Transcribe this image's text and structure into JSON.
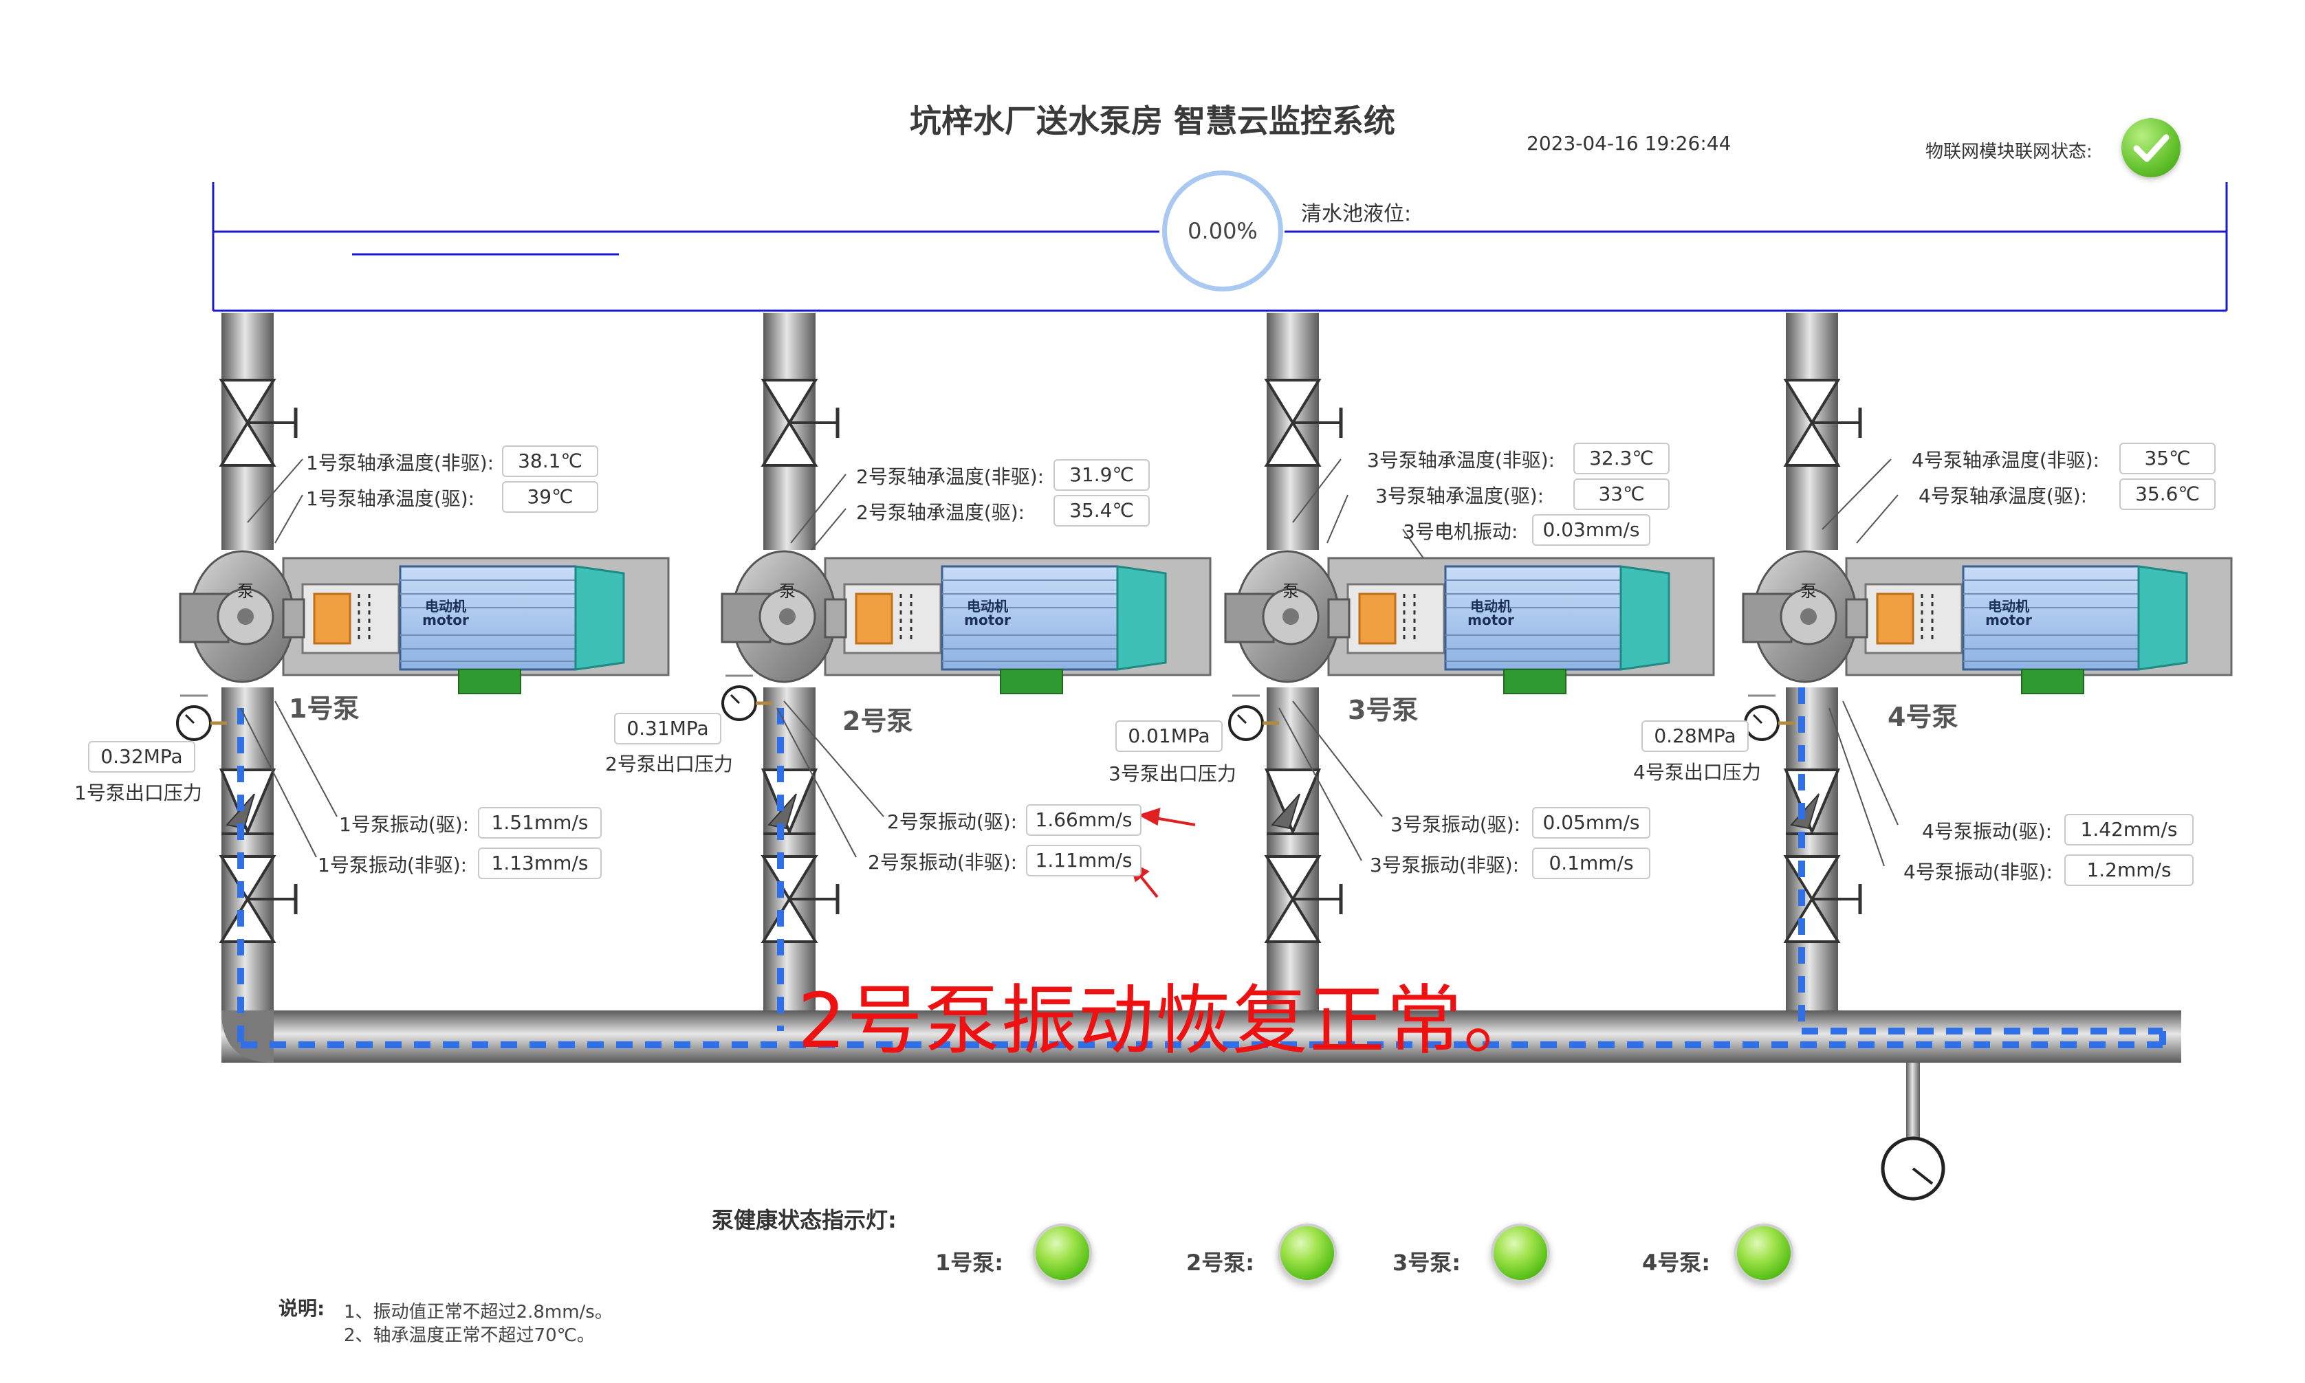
{
  "header": {
    "title": "坑梓水厂送水泵房 智慧云监控系统",
    "datetime": "2023-04-16 19:26:44",
    "iot_status_label": "物联网模块联网状态:",
    "iot_status_icon": "check-circle-icon"
  },
  "reservoir": {
    "level_value": "0.00%",
    "level_label": "清水池液位:"
  },
  "pumps": [
    {
      "name": "1号泵",
      "motor_text_1": "电动机",
      "motor_text_2": "motor",
      "casing_char": "泵",
      "temp_nd_label": "1号泵轴承温度(非驱):",
      "temp_nd_value": "38.1℃",
      "temp_d_label": "1号泵轴承温度(驱):",
      "temp_d_value": "39℃",
      "pressure_value": "0.32MPa",
      "pressure_label": "1号泵出口压力",
      "vib_d_label": "1号泵振动(驱):",
      "vib_d_value": "1.51mm/s",
      "vib_nd_label": "1号泵振动(非驱):",
      "vib_nd_value": "1.13mm/s"
    },
    {
      "name": "2号泵",
      "motor_text_1": "电动机",
      "motor_text_2": "motor",
      "casing_char": "泵",
      "temp_nd_label": "2号泵轴承温度(非驱):",
      "temp_nd_value": "31.9℃",
      "temp_d_label": "2号泵轴承温度(驱):",
      "temp_d_value": "35.4℃",
      "pressure_value": "0.31MPa",
      "pressure_label": "2号泵出口压力",
      "vib_d_label": "2号泵振动(驱):",
      "vib_d_value": "1.66mm/s",
      "vib_nd_label": "2号泵振动(非驱):",
      "vib_nd_value": "1.11mm/s"
    },
    {
      "name": "3号泵",
      "motor_text_1": "电动机",
      "motor_text_2": "motor",
      "casing_char": "泵",
      "temp_nd_label": "3号泵轴承温度(非驱):",
      "temp_nd_value": "32.3℃",
      "temp_d_label": "3号泵轴承温度(驱):",
      "temp_d_value": "33℃",
      "motor_vib_label": "3号电机振动:",
      "motor_vib_value": "0.03mm/s",
      "pressure_value": "0.01MPa",
      "pressure_label": "3号泵出口压力",
      "vib_d_label": "3号泵振动(驱):",
      "vib_d_value": "0.05mm/s",
      "vib_nd_label": "3号泵振动(非驱):",
      "vib_nd_value": "0.1mm/s"
    },
    {
      "name": "4号泵",
      "motor_text_1": "电动机",
      "motor_text_2": "motor",
      "casing_char": "泵",
      "temp_nd_label": "4号泵轴承温度(非驱):",
      "temp_nd_value": "35℃",
      "temp_d_label": "4号泵轴承温度(驱):",
      "temp_d_value": "35.6℃",
      "pressure_value": "0.28MPa",
      "pressure_label": "4号泵出口压力",
      "vib_d_label": "4号泵振动(驱):",
      "vib_d_value": "1.42mm/s",
      "vib_nd_label": "4号泵振动(非驱):",
      "vib_nd_value": "1.2mm/s"
    }
  ],
  "alert_message": "2号泵振动恢复正常。",
  "health": {
    "label": "泵健康状态指示灯:",
    "items": [
      {
        "name": "1号泵:",
        "status": "green"
      },
      {
        "name": "2号泵:",
        "status": "green"
      },
      {
        "name": "3号泵:",
        "status": "green"
      },
      {
        "name": "4号泵:",
        "status": "green"
      }
    ]
  },
  "notes": {
    "title": "说明:",
    "lines": [
      "1、振动值正常不超过2.8mm/s。",
      "2、轴承温度正常不超过70℃。"
    ]
  },
  "colors": {
    "frame_line": "#1a1acc",
    "pipe": "#9a9a9a",
    "flow": "#2f6fe8",
    "motor_body": "#a9c7ee",
    "motor_fan": "#3fc0b7",
    "coupling": "#f0a040",
    "base": "#2f9a2f",
    "alert": "#ee1111",
    "health_ok": "#63c12c"
  }
}
